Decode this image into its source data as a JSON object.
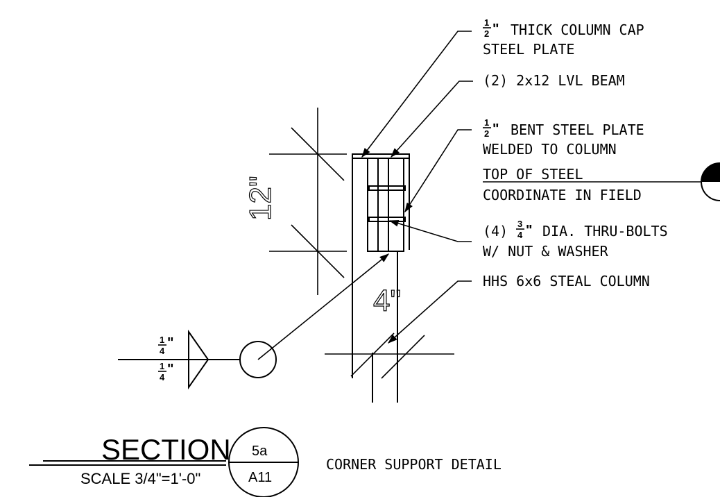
{
  "notes": {
    "cap_plate_line1": "THICK COLUMN CAP",
    "cap_plate_line2": "STEEL PLATE",
    "beam": "(2) 2x12 LVL BEAM",
    "bent_plate_line1": "BENT STEEL PLATE",
    "bent_plate_line2": "WELDED TO COLUMN",
    "bolts_prefix": "(4)",
    "bolts_line1_suffix": "DIA. THRU-BOLTS",
    "bolts_line2": "W/ NUT & WASHER",
    "column": "HHS 6x6 STEAL COLUMN"
  },
  "fractions": {
    "half_num": "1",
    "half_den": "2",
    "three_quarter_num": "3",
    "three_quarter_den": "4",
    "quarter_num": "1",
    "quarter_den": "4",
    "inch_mark": "\""
  },
  "elevation": {
    "line1": "TOP OF STEEL",
    "line2": "COORDINATE IN FIELD"
  },
  "dimensions": {
    "height": "12\"",
    "width": "4\""
  },
  "title_block": {
    "title": "SECTION",
    "scale": "SCALE 3/4\"=1'-0\"",
    "detail_number": "5a",
    "sheet_number": "A11",
    "description": "CORNER SUPPORT DETAIL"
  },
  "icons": {
    "elevation_marker": "elevation-marker-icon",
    "weld_symbol": "weld-symbol-icon",
    "arrowhead": "leader-arrowhead-icon"
  }
}
